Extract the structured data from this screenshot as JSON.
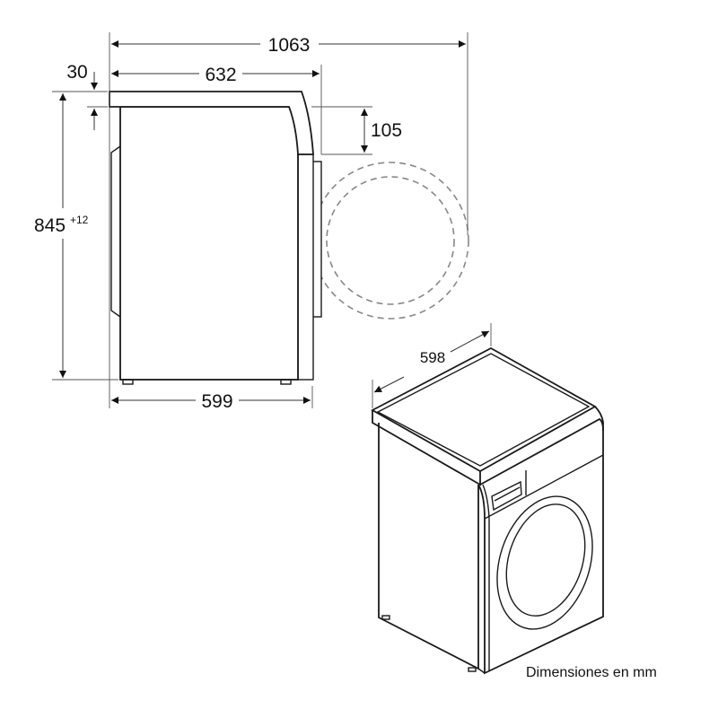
{
  "dimensions": {
    "overall_depth_door_open": "1063",
    "depth_with_door": "632",
    "top_offset": "30",
    "height": "845",
    "height_tolerance": "+12",
    "panel_height": "105",
    "body_depth": "599",
    "width": "598"
  },
  "note": "Dimensiones en mm"
}
